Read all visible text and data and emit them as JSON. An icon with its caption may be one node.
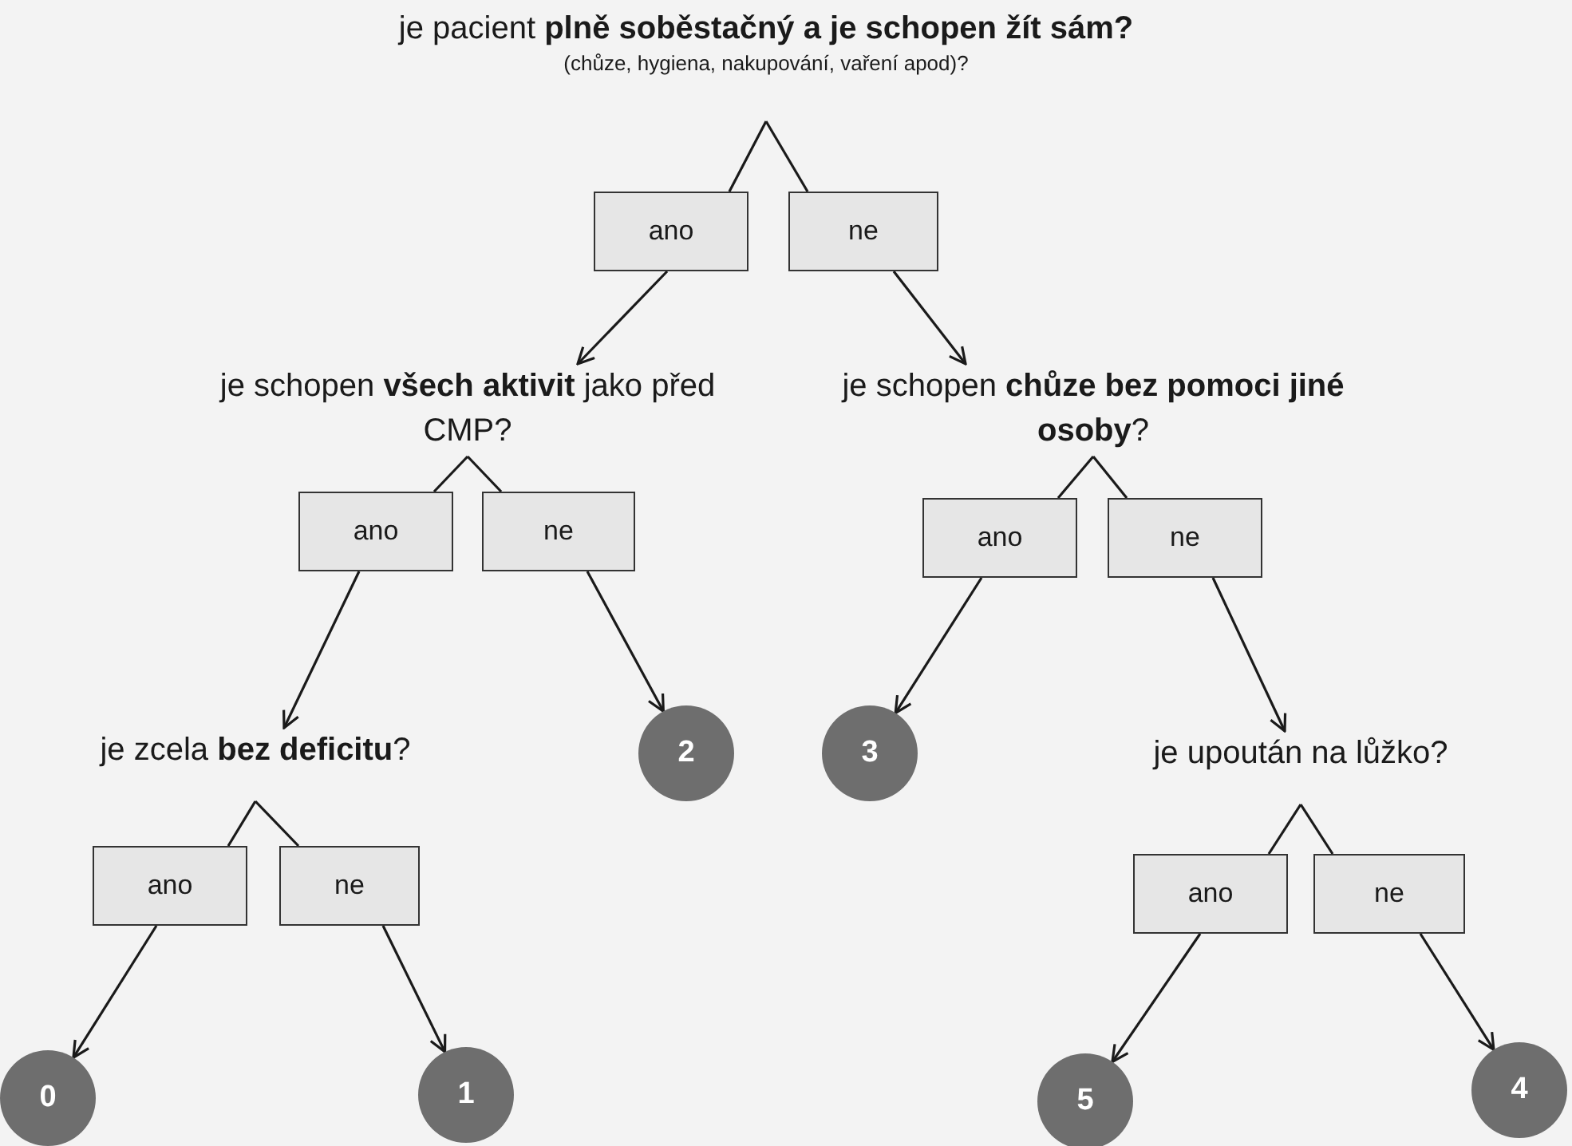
{
  "diagram": {
    "nodes": [
      {
        "text": [
          "je pacient **plně soběstačný a je schopen žít sám?**",
          "(chůze, hygiena, nakupování, vaření apod)?"
        ]
      },
      {
        "text": [
          "ano"
        ]
      },
      {
        "text": [
          "ne"
        ]
      },
      {
        "text": [
          "je schopen **všech aktivit** jako před CMP?"
        ]
      },
      {
        "text": [
          "je schopen **chůze bez pomoci jiné osoby**?"
        ]
      },
      {
        "text": [
          "ano"
        ]
      },
      {
        "text": [
          "ne"
        ]
      },
      {
        "text": [
          "ano"
        ]
      },
      {
        "text": [
          "ne"
        ]
      },
      {
        "text": [
          "je zcela **bez deficitu**?"
        ]
      },
      {
        "text": [
          "2"
        ]
      },
      {
        "text": [
          "3"
        ]
      },
      {
        "text": [
          "je upoután na lůžko?"
        ]
      },
      {
        "text": [
          "ano"
        ]
      },
      {
        "text": [
          "ne"
        ]
      },
      {
        "text": [
          "ano"
        ]
      },
      {
        "text": [
          "ne"
        ]
      },
      {
        "text": [
          "0"
        ]
      },
      {
        "text": [
          "1"
        ]
      },
      {
        "text": [
          "5"
        ]
      },
      {
        "text": [
          "4"
        ]
      }
    ],
    "edges": [
      {
        "from": 0,
        "to": 1,
        "arrow": "none"
      },
      {
        "from": 0,
        "to": 2,
        "arrow": "none"
      },
      {
        "from": 1,
        "to": 3,
        "arrow": "to"
      },
      {
        "from": 2,
        "to": 4,
        "arrow": "to"
      },
      {
        "from": 3,
        "to": 5,
        "arrow": "none"
      },
      {
        "from": 3,
        "to": 6,
        "arrow": "none"
      },
      {
        "from": 5,
        "to": 9,
        "arrow": "to"
      },
      {
        "from": 6,
        "to": 10,
        "arrow": "to"
      },
      {
        "from": 4,
        "to": 7,
        "arrow": "none"
      },
      {
        "from": 4,
        "to": 8,
        "arrow": "none"
      },
      {
        "from": 7,
        "to": 11,
        "arrow": "to"
      },
      {
        "from": 8,
        "to": 12,
        "arrow": "to"
      },
      {
        "from": 9,
        "to": 13,
        "arrow": "none"
      },
      {
        "from": 9,
        "to": 14,
        "arrow": "none"
      },
      {
        "from": 13,
        "to": 17,
        "arrow": "to"
      },
      {
        "from": 14,
        "to": 18,
        "arrow": "to"
      },
      {
        "from": 12,
        "to": 15,
        "arrow": "none"
      },
      {
        "from": 12,
        "to": 16,
        "arrow": "none"
      },
      {
        "from": 15,
        "to": 19,
        "arrow": "to"
      },
      {
        "from": 16,
        "to": 20,
        "arrow": "to"
      }
    ]
  }
}
